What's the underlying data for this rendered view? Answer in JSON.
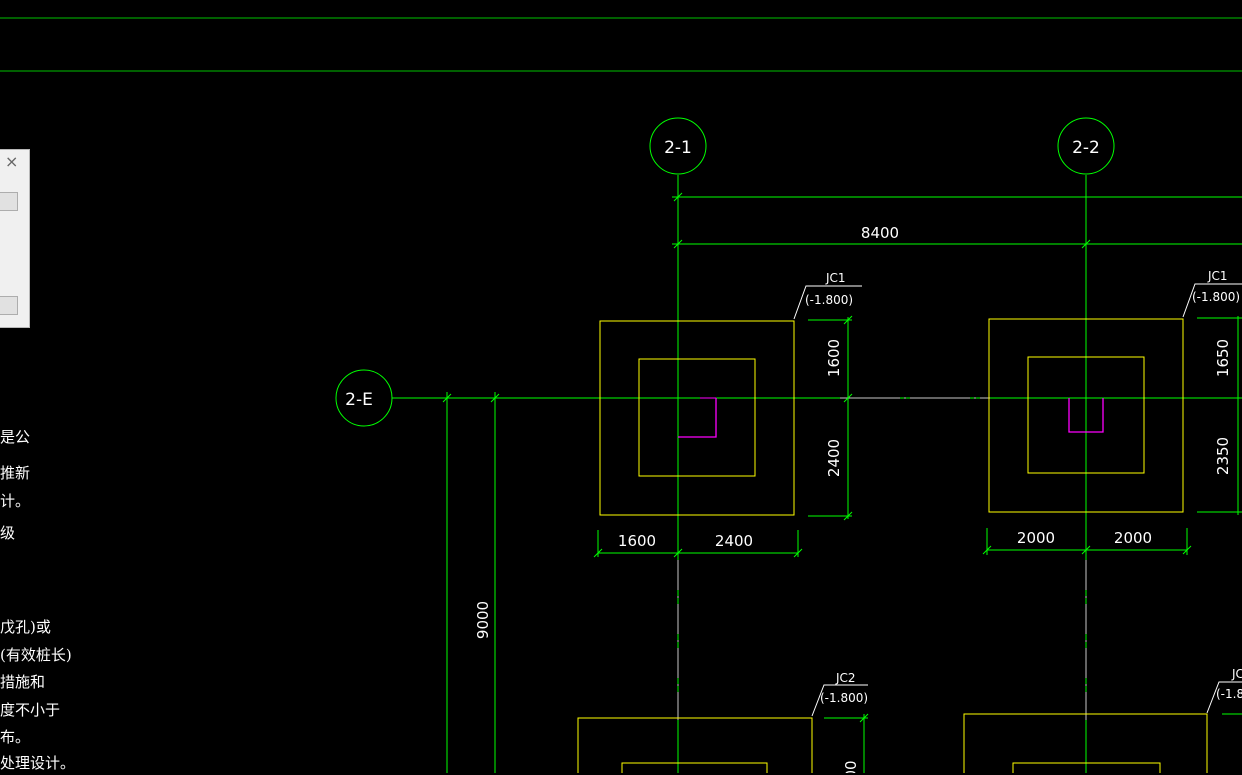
{
  "grid_axes": {
    "vertical": [
      "2-1",
      "2-2"
    ],
    "horizontal": [
      "2-E"
    ]
  },
  "dimensions": {
    "span_2_1_to_2_2": "8400",
    "span_2_E_down": "9000",
    "jc1_left": {
      "x_left": "1600",
      "x_right": "2400",
      "y_top": "1600",
      "y_bottom": "2400"
    },
    "jc1_right": {
      "x_left": "2000",
      "x_right": "2000",
      "y_top": "1650",
      "y_bottom": "2350"
    },
    "jc2_partial": "00"
  },
  "foundations": {
    "jc1_left": {
      "name": "JC1",
      "elevation": "(-1.800)"
    },
    "jc1_right": {
      "name": "JC1",
      "elevation": "(-1.800)"
    },
    "jc2_left": {
      "name": "JC2",
      "elevation": "(-1.800)"
    },
    "jc_partial": {
      "name": "JC",
      "elevation": "(-1.8"
    }
  },
  "notes_fragments": [
    "是公",
    "推新",
    "计。",
    "级",
    "",
    "",
    "戊孔)或",
    "(有效桩长)",
    "措施和",
    "度不小于",
    "布。",
    "处理设计。"
  ],
  "dialog": {
    "close_icon": "×"
  },
  "colors": {
    "background": "#000000",
    "axis": "#00ff00",
    "footing": "#ffff00",
    "column": "#ff00ff",
    "text": "#ffffff"
  }
}
